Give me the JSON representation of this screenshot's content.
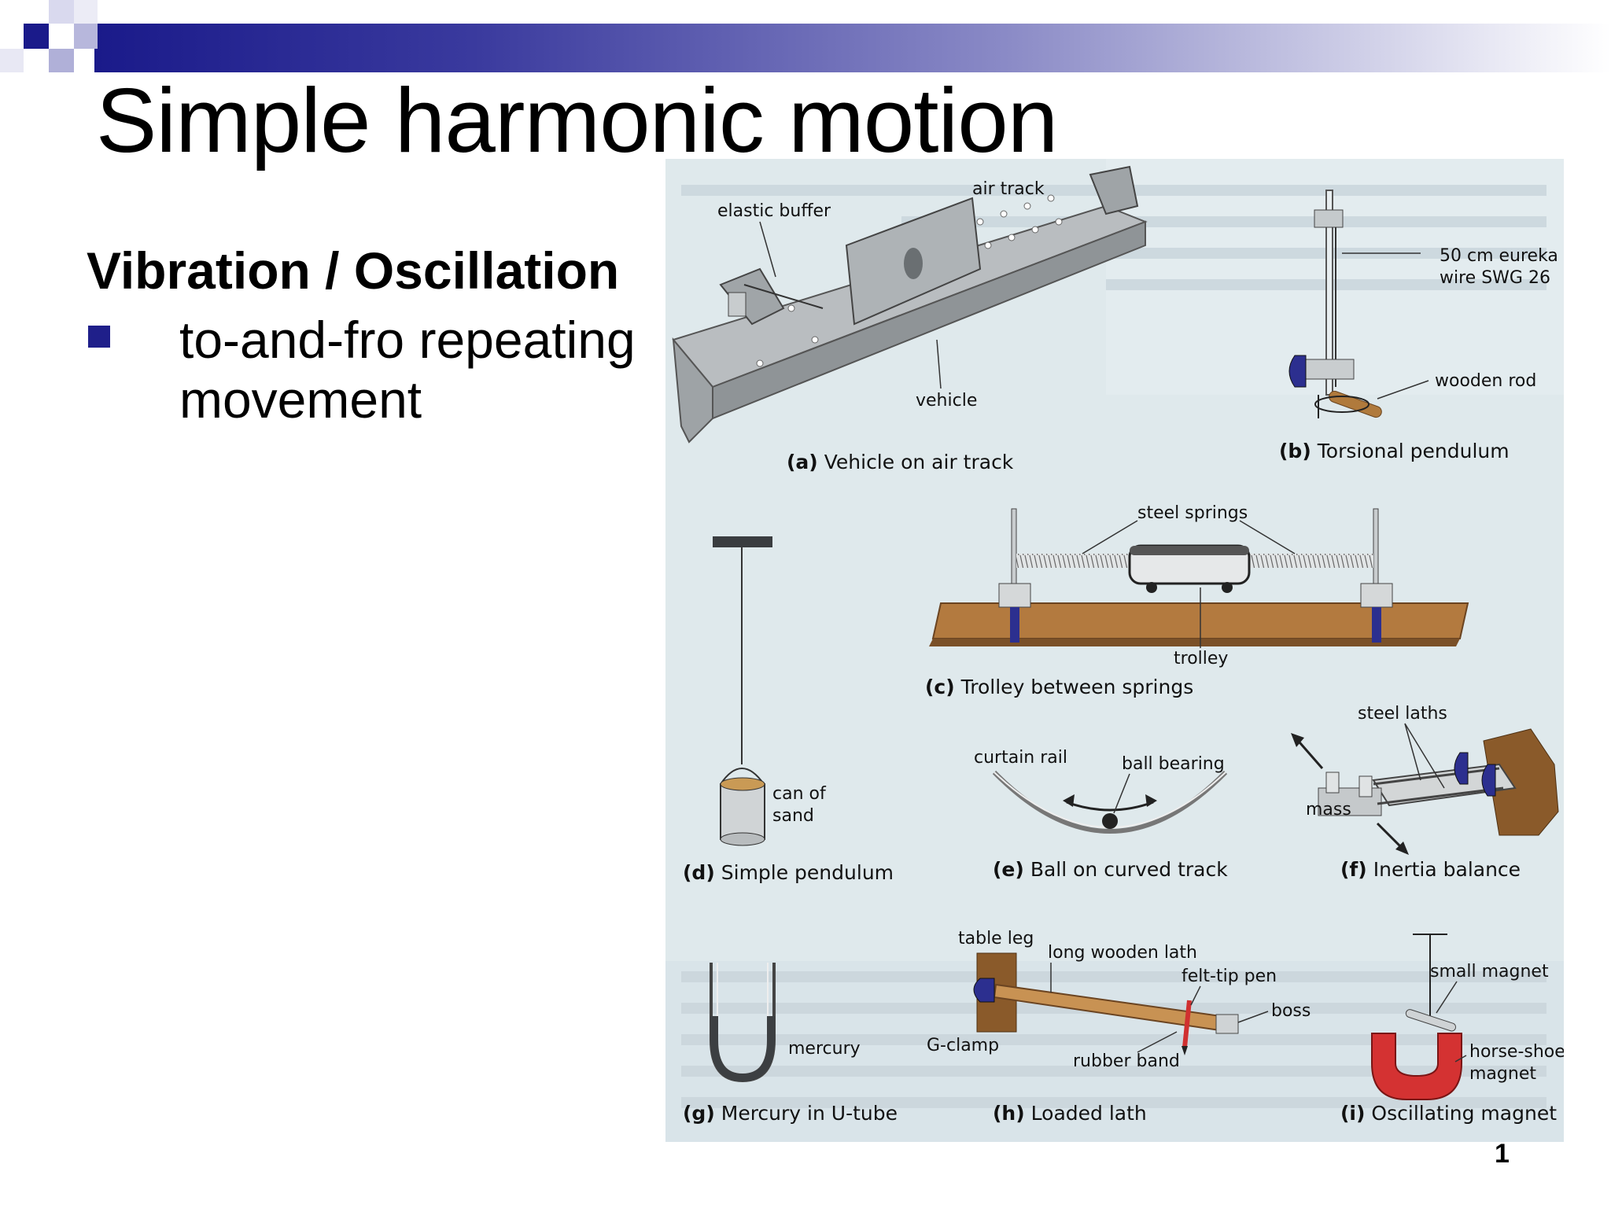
{
  "slide": {
    "title": "Simple harmonic motion",
    "subheading": "Vibration / Oscillation",
    "bullets": [
      "to-and-fro repeating movement"
    ],
    "page_number": "1"
  },
  "figure": {
    "panels": {
      "a": {
        "letter": "(a)",
        "caption": "Vehicle on air track",
        "labels": {
          "air_track": "air track",
          "elastic_buffer": "elastic buffer",
          "vehicle": "vehicle"
        }
      },
      "b": {
        "letter": "(b)",
        "caption": "Torsional pendulum",
        "labels": {
          "wire_line1": "50 cm eureka",
          "wire_line2": "wire SWG 26",
          "wooden_rod": "wooden rod"
        }
      },
      "c": {
        "letter": "(c)",
        "caption": "Trolley between springs",
        "labels": {
          "steel_springs": "steel springs",
          "trolley": "trolley"
        }
      },
      "d": {
        "letter": "(d)",
        "caption": "Simple pendulum",
        "labels": {
          "can_line1": "can of",
          "can_line2": "sand"
        }
      },
      "e": {
        "letter": "(e)",
        "caption": "Ball on curved track",
        "labels": {
          "curtain_rail": "curtain rail",
          "ball_bearing": "ball bearing"
        }
      },
      "f": {
        "letter": "(f)",
        "caption": "Inertia balance",
        "labels": {
          "steel_laths": "steel laths",
          "mass": "mass"
        }
      },
      "g": {
        "letter": "(g)",
        "caption": "Mercury in U-tube",
        "labels": {
          "mercury": "mercury"
        }
      },
      "h": {
        "letter": "(h)",
        "caption": "Loaded lath",
        "labels": {
          "table_leg": "table leg",
          "long_wooden_lath": "long wooden lath",
          "felt_tip_pen": "felt-tip pen",
          "boss": "boss",
          "g_clamp": "G-clamp",
          "rubber_band": "rubber band"
        }
      },
      "i": {
        "letter": "(i)",
        "caption": "Oscillating magnet",
        "labels": {
          "small_magnet": "small magnet",
          "horse_line1": "horse-shoe",
          "horse_line2": "magnet"
        }
      }
    }
  },
  "colors": {
    "accent": "#1f1f8a",
    "figure_bg": "#dfe9ec",
    "wood": "#b07a3c",
    "magnet": "#d03030"
  }
}
